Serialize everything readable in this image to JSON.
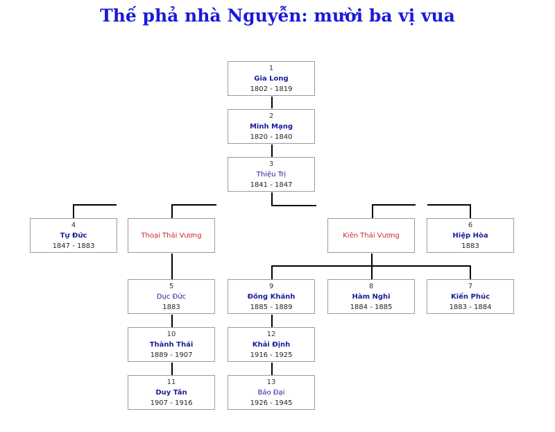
{
  "title": "Thế phả nhà Nguyễn: mười ba vị vua",
  "rulers": {
    "gia_long": {
      "num": "1",
      "name": "Gia Long",
      "years": "1802 - 1819"
    },
    "minh_mang": {
      "num": "2",
      "name": "Minh Mạng",
      "years": "1820 - 1840"
    },
    "thieu_tri": {
      "num": "3",
      "name": "Thiệu Trị",
      "years": "1841 - 1847"
    },
    "tu_duc": {
      "num": "4",
      "name": "Tự Đức",
      "years": "1847 - 1883"
    },
    "thoai_thai_vuong": {
      "name": "Thoại Thái Vương"
    },
    "kien_thai_vuong": {
      "name": "Kiên Thái Vương"
    },
    "hiep_hoa": {
      "num": "6",
      "name": "Hiệp Hòa",
      "years": "1883"
    },
    "duc_duc": {
      "num": "5",
      "name": "Dục Đức",
      "years": "1883"
    },
    "dong_khanh": {
      "num": "9",
      "name": "Đồng Khánh",
      "years": "1885 - 1889"
    },
    "ham_nghi": {
      "num": "8",
      "name": "Hàm Nghi",
      "years": "1884 - 1885"
    },
    "kien_phuc": {
      "num": "7",
      "name": "Kiến Phúc",
      "years": "1883 - 1884"
    },
    "thanh_thai": {
      "num": "10",
      "name": "Thành Thái",
      "years": "1889 - 1907"
    },
    "khai_dinh": {
      "num": "12",
      "name": "Khải Định",
      "years": "1916 - 1925"
    },
    "duy_tan": {
      "num": "11",
      "name": "Duy Tân",
      "years": "1907 - 1916"
    },
    "bao_dai": {
      "num": "13",
      "name": "Bảo Đại",
      "years": "1926 - 1945"
    }
  },
  "colors": {
    "title": "#1a1adc",
    "name": "#1c1c9a",
    "non_ruler": "#cc2233",
    "border": "#9a9a9a",
    "line": "#000000"
  }
}
